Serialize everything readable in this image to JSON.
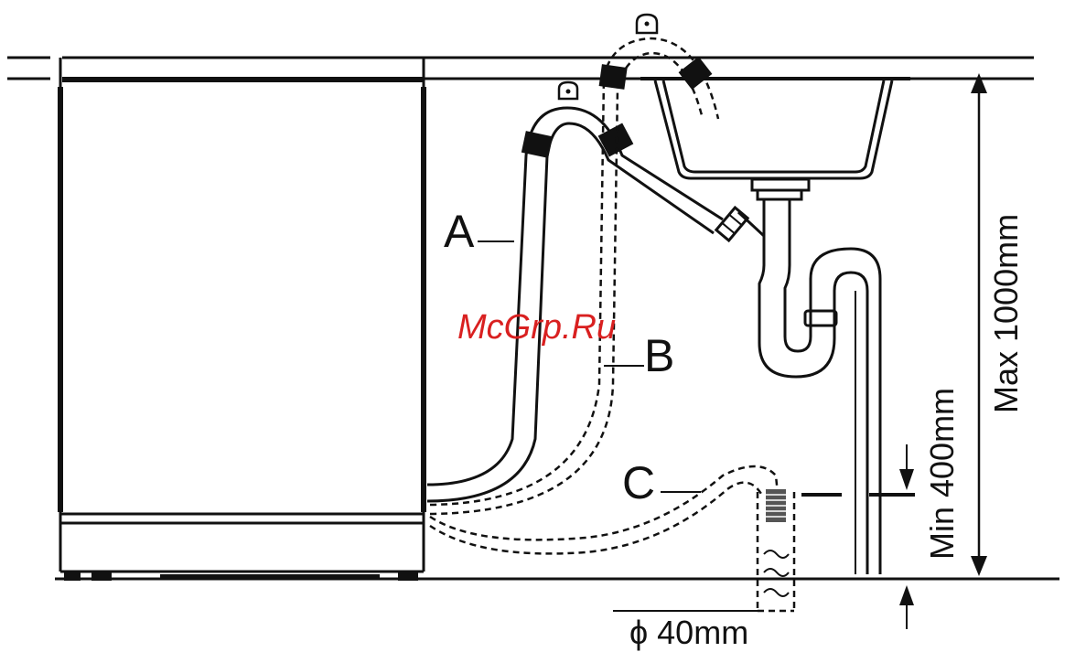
{
  "labels": {
    "hose_a": "A",
    "hose_b": "B",
    "hose_c": "C",
    "max_height": "Max 1000mm",
    "min_height": "Min 400mm",
    "pipe_diameter": "ϕ 40mm",
    "watermark": "McGrp.Ru"
  },
  "colors": {
    "line": "#111111",
    "watermark": "#d92020",
    "background": "#ffffff"
  },
  "icons": [
    "dishwasher",
    "sink",
    "siphon",
    "standpipe",
    "drain-hose",
    "hose-hook",
    "dimension-arrow"
  ]
}
